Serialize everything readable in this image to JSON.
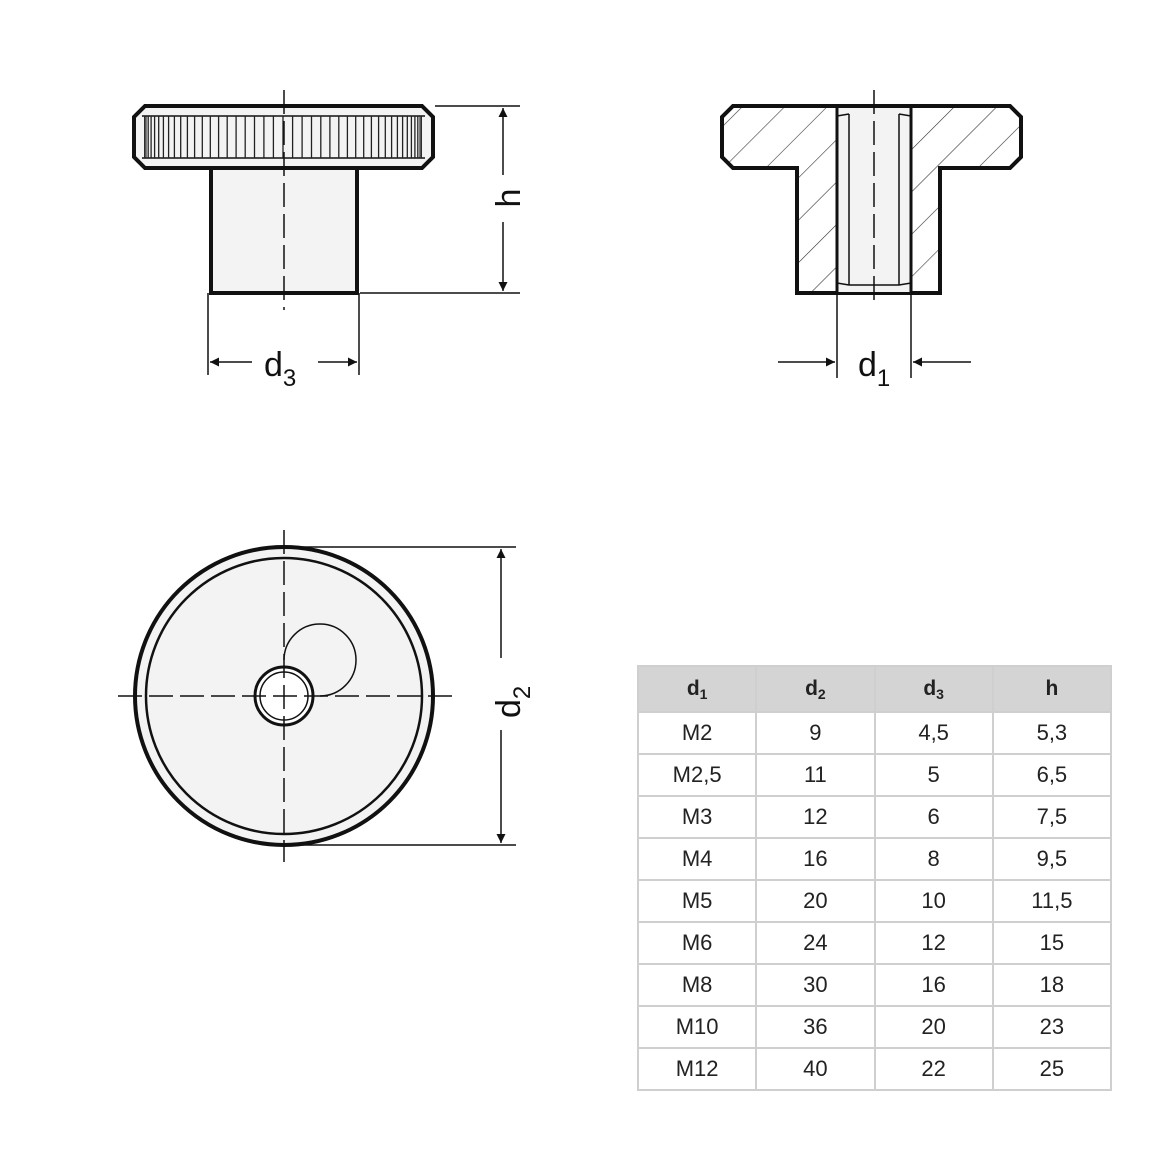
{
  "labels": {
    "h": "h",
    "d3": {
      "base": "d",
      "sub": "3"
    },
    "d1": {
      "base": "d",
      "sub": "1"
    },
    "d2": {
      "base": "d",
      "sub": "2"
    }
  },
  "table": {
    "headers": [
      {
        "base": "d",
        "sub": "1"
      },
      {
        "base": "d",
        "sub": "2"
      },
      {
        "base": "d",
        "sub": "3"
      },
      {
        "base": "h",
        "sub": ""
      }
    ],
    "rows": [
      [
        "M2",
        "9",
        "4,5",
        "5,3"
      ],
      [
        "M2,5",
        "11",
        "5",
        "6,5"
      ],
      [
        "M3",
        "12",
        "6",
        "7,5"
      ],
      [
        "M4",
        "16",
        "8",
        "9,5"
      ],
      [
        "M5",
        "20",
        "10",
        "11,5"
      ],
      [
        "M6",
        "24",
        "12",
        "15"
      ],
      [
        "M8",
        "30",
        "16",
        "18"
      ],
      [
        "M10",
        "36",
        "20",
        "23"
      ],
      [
        "M12",
        "40",
        "22",
        "25"
      ]
    ]
  }
}
